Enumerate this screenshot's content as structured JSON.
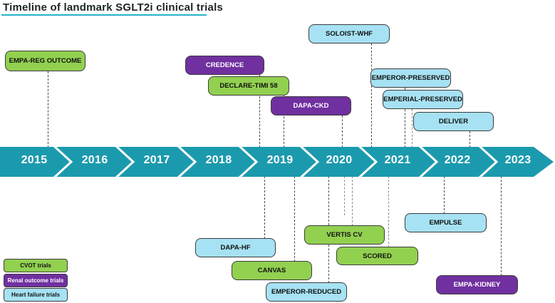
{
  "title": "Timeline of landmark SGLT2i clinical trials",
  "timeline": {
    "years": [
      "2015",
      "2016",
      "2017",
      "2018",
      "2019",
      "2020",
      "2021",
      "2022",
      "2023"
    ],
    "band_color": "#1b9aae"
  },
  "trials": [
    {
      "label": "EMPA-REG OUTCOME",
      "category": "CVOT trials",
      "side": "above"
    },
    {
      "label": "CREDENCE",
      "category": "Renal outcome trials",
      "side": "above"
    },
    {
      "label": "DECLARE-TIMI 58",
      "category": "CVOT trials",
      "side": "above"
    },
    {
      "label": "DAPA-CKD",
      "category": "Renal outcome trials",
      "side": "above"
    },
    {
      "label": "SOLOIST-WHF",
      "category": "Heart failure trials",
      "side": "above"
    },
    {
      "label": "EMPEROR-PRESERVED",
      "category": "Heart failure trials",
      "side": "above"
    },
    {
      "label": "EMPERIAL-PRESERVED",
      "category": "Heart failure trials",
      "side": "above"
    },
    {
      "label": "DELIVER",
      "category": "Heart failure trials",
      "side": "above"
    },
    {
      "label": "DAPA-HF",
      "category": "Heart failure trials",
      "side": "below"
    },
    {
      "label": "CANVAS",
      "category": "CVOT trials",
      "side": "below"
    },
    {
      "label": "EMPEROR-REDUCED",
      "category": "Heart failure trials",
      "side": "below"
    },
    {
      "label": "VERTIS CV",
      "category": "CVOT trials",
      "side": "below"
    },
    {
      "label": "SCORED",
      "category": "CVOT trials",
      "side": "below"
    },
    {
      "label": "EMPULSE",
      "category": "Heart failure trials",
      "side": "below"
    },
    {
      "label": "EMPA-KIDNEY",
      "category": "Renal outcome trials",
      "side": "below"
    }
  ],
  "legend": {
    "items": [
      {
        "label": "CVOT trials",
        "color": "#92d050"
      },
      {
        "label": "Renal outcome trials",
        "color": "#7030a0"
      },
      {
        "label": "Heart failure trials",
        "color": "#a6e2f3"
      }
    ]
  }
}
